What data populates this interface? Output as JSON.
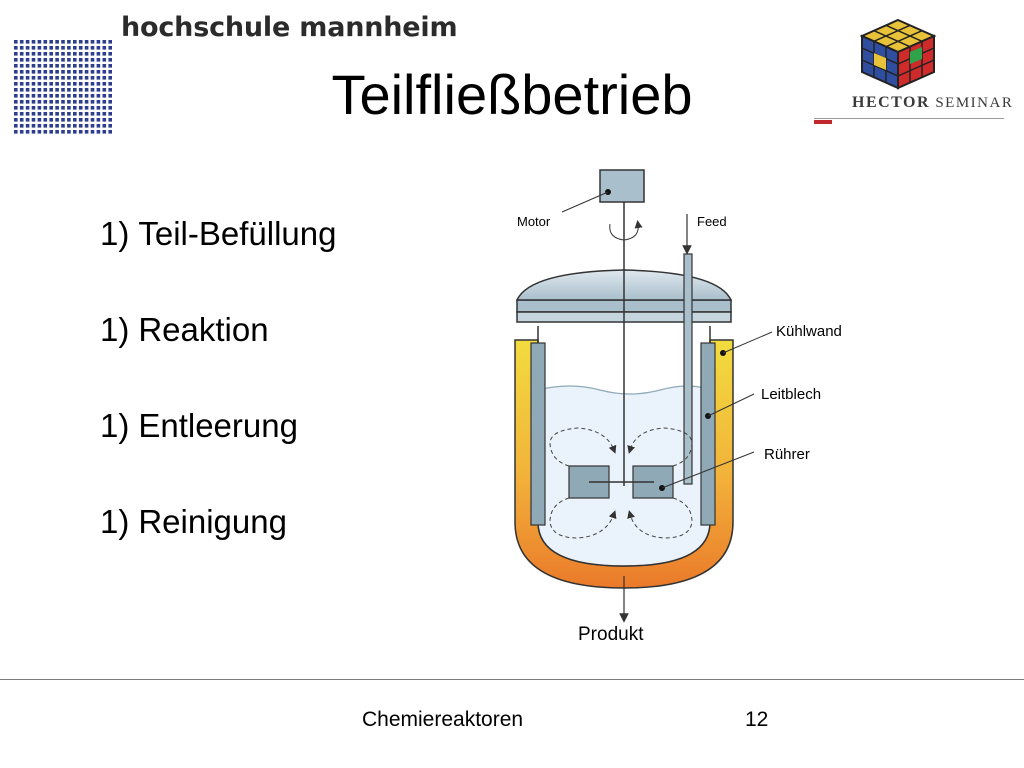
{
  "header": {
    "institution": "hochschule mannheim",
    "seminar_part1": "HECTOR",
    "seminar_part2": "SEMINAR",
    "title": "Teilfließbetrieb"
  },
  "steps": [
    {
      "number": "1)",
      "label": "Teil-Befüllung"
    },
    {
      "number": "1)",
      "label": "Reaktion"
    },
    {
      "number": "1)",
      "label": "Entleerung"
    },
    {
      "number": "1)",
      "label": "Reinigung"
    }
  ],
  "diagram": {
    "motor": "Motor",
    "feed": "Feed",
    "cooling_wall": "Kühlwand",
    "baffle": "Leitblech",
    "stirrer": "Rührer",
    "product": "Produkt"
  },
  "footer": {
    "title": "Chemiereaktoren",
    "page": "12"
  },
  "colors": {
    "jacket_top": "#f2dc3e",
    "jacket_bottom": "#ea7a2a",
    "steel": "#a9bfcc",
    "baffle": "#8fa9b7",
    "liquid": "#eaf2fb",
    "hector_red": "#c0282d"
  }
}
